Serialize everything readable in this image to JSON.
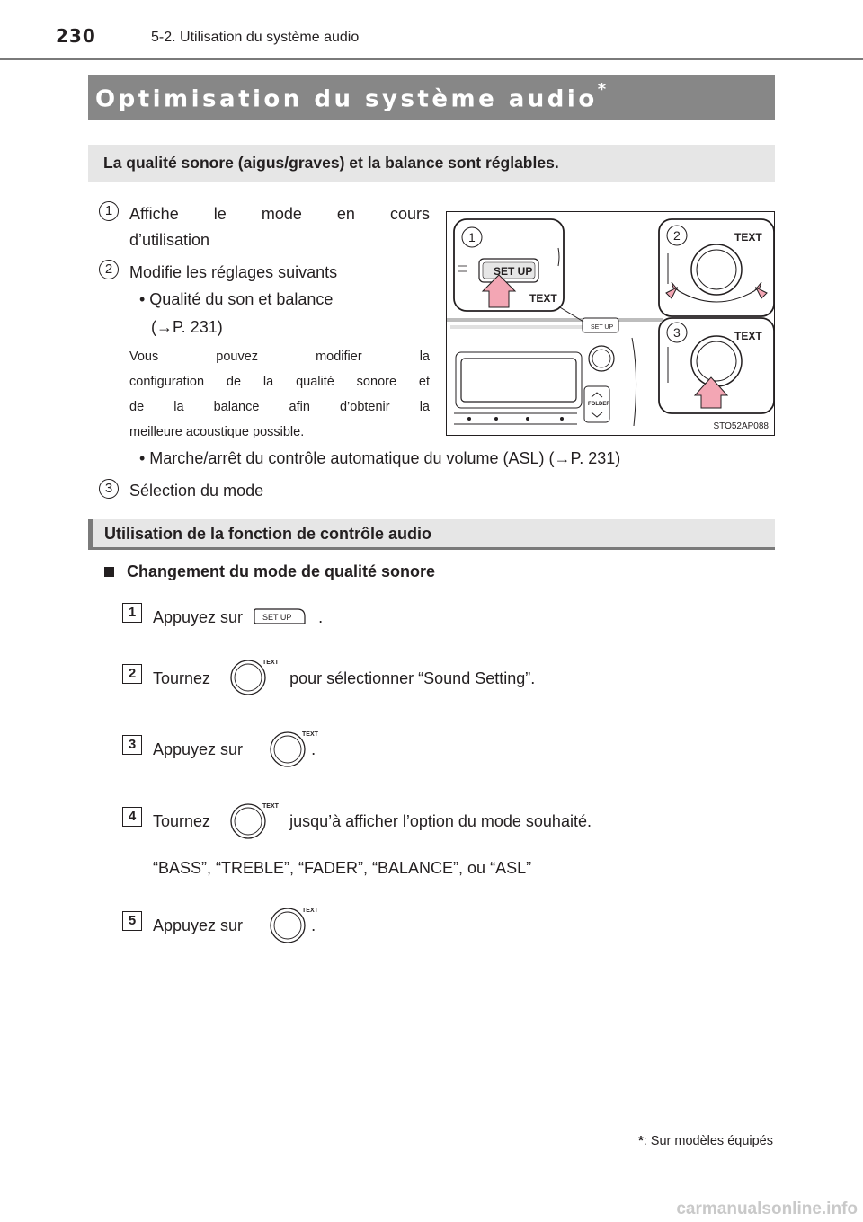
{
  "header": {
    "page_number": "230",
    "running_head": "5-2. Utilisation du système audio"
  },
  "title": {
    "text": "Optimisation du système audio",
    "marker": "*"
  },
  "summary": "La qualité sonore (aigus/graves) et la balance sont réglables.",
  "callouts": [
    {
      "num": "1",
      "lines": [
        "Affiche le mode en cours",
        "d’utilisation"
      ]
    },
    {
      "num": "2",
      "lines": [
        "Modifie les réglages suivants"
      ]
    },
    {
      "num": "3",
      "lines": [
        "Sélection du mode"
      ]
    }
  ],
  "bullets": [
    {
      "lines": [
        "• Qualité du son et balance",
        "(→P. 231)"
      ]
    },
    {
      "lines": [
        "• Marche/arrêt du contrôle automatique du volume (ASL) (→P. 231)"
      ]
    }
  ],
  "note_lines": [
    "Vous pouvez modifier la",
    "configuration de la qualité sonore et",
    "de la balance afin d’obtenir la",
    "meilleure acoustique possible."
  ],
  "figure": {
    "code": "STO52AP088",
    "callout_1": "1",
    "callout_2": "2",
    "callout_3": "3",
    "text_label": "TEXT",
    "setup_label": "SET UP",
    "folder_label": "FOLDER"
  },
  "section": "Utilisation de la fonction de contrôle audio",
  "sub_heading": "Changement du mode de qualité sonore",
  "steps": [
    {
      "num": "1",
      "before": "Appuyez sur",
      "after": "."
    },
    {
      "num": "2",
      "before": "Tournez",
      "after": "pour sélectionner “Sound Setting”."
    },
    {
      "num": "3",
      "before": "Appuyez sur",
      "after": "."
    },
    {
      "num": "4",
      "before": "Tournez",
      "after": "jusqu’à afficher l’option du mode souhaité."
    },
    {
      "num": "5",
      "before": "Appuyez sur",
      "after": "."
    }
  ],
  "step4_options": "“BASS”, “TREBLE”, “FADER”, “BALANCE”, ou “ASL”",
  "footnote": {
    "marker": "*",
    "text": ": Sur modèles équipés"
  },
  "watermark": "carmanualsonline.info",
  "colors": {
    "title_bar": "#878787",
    "box_gray": "#e6e6e6",
    "arrow_pink": "#f3a6b4",
    "text": "#231f20"
  }
}
